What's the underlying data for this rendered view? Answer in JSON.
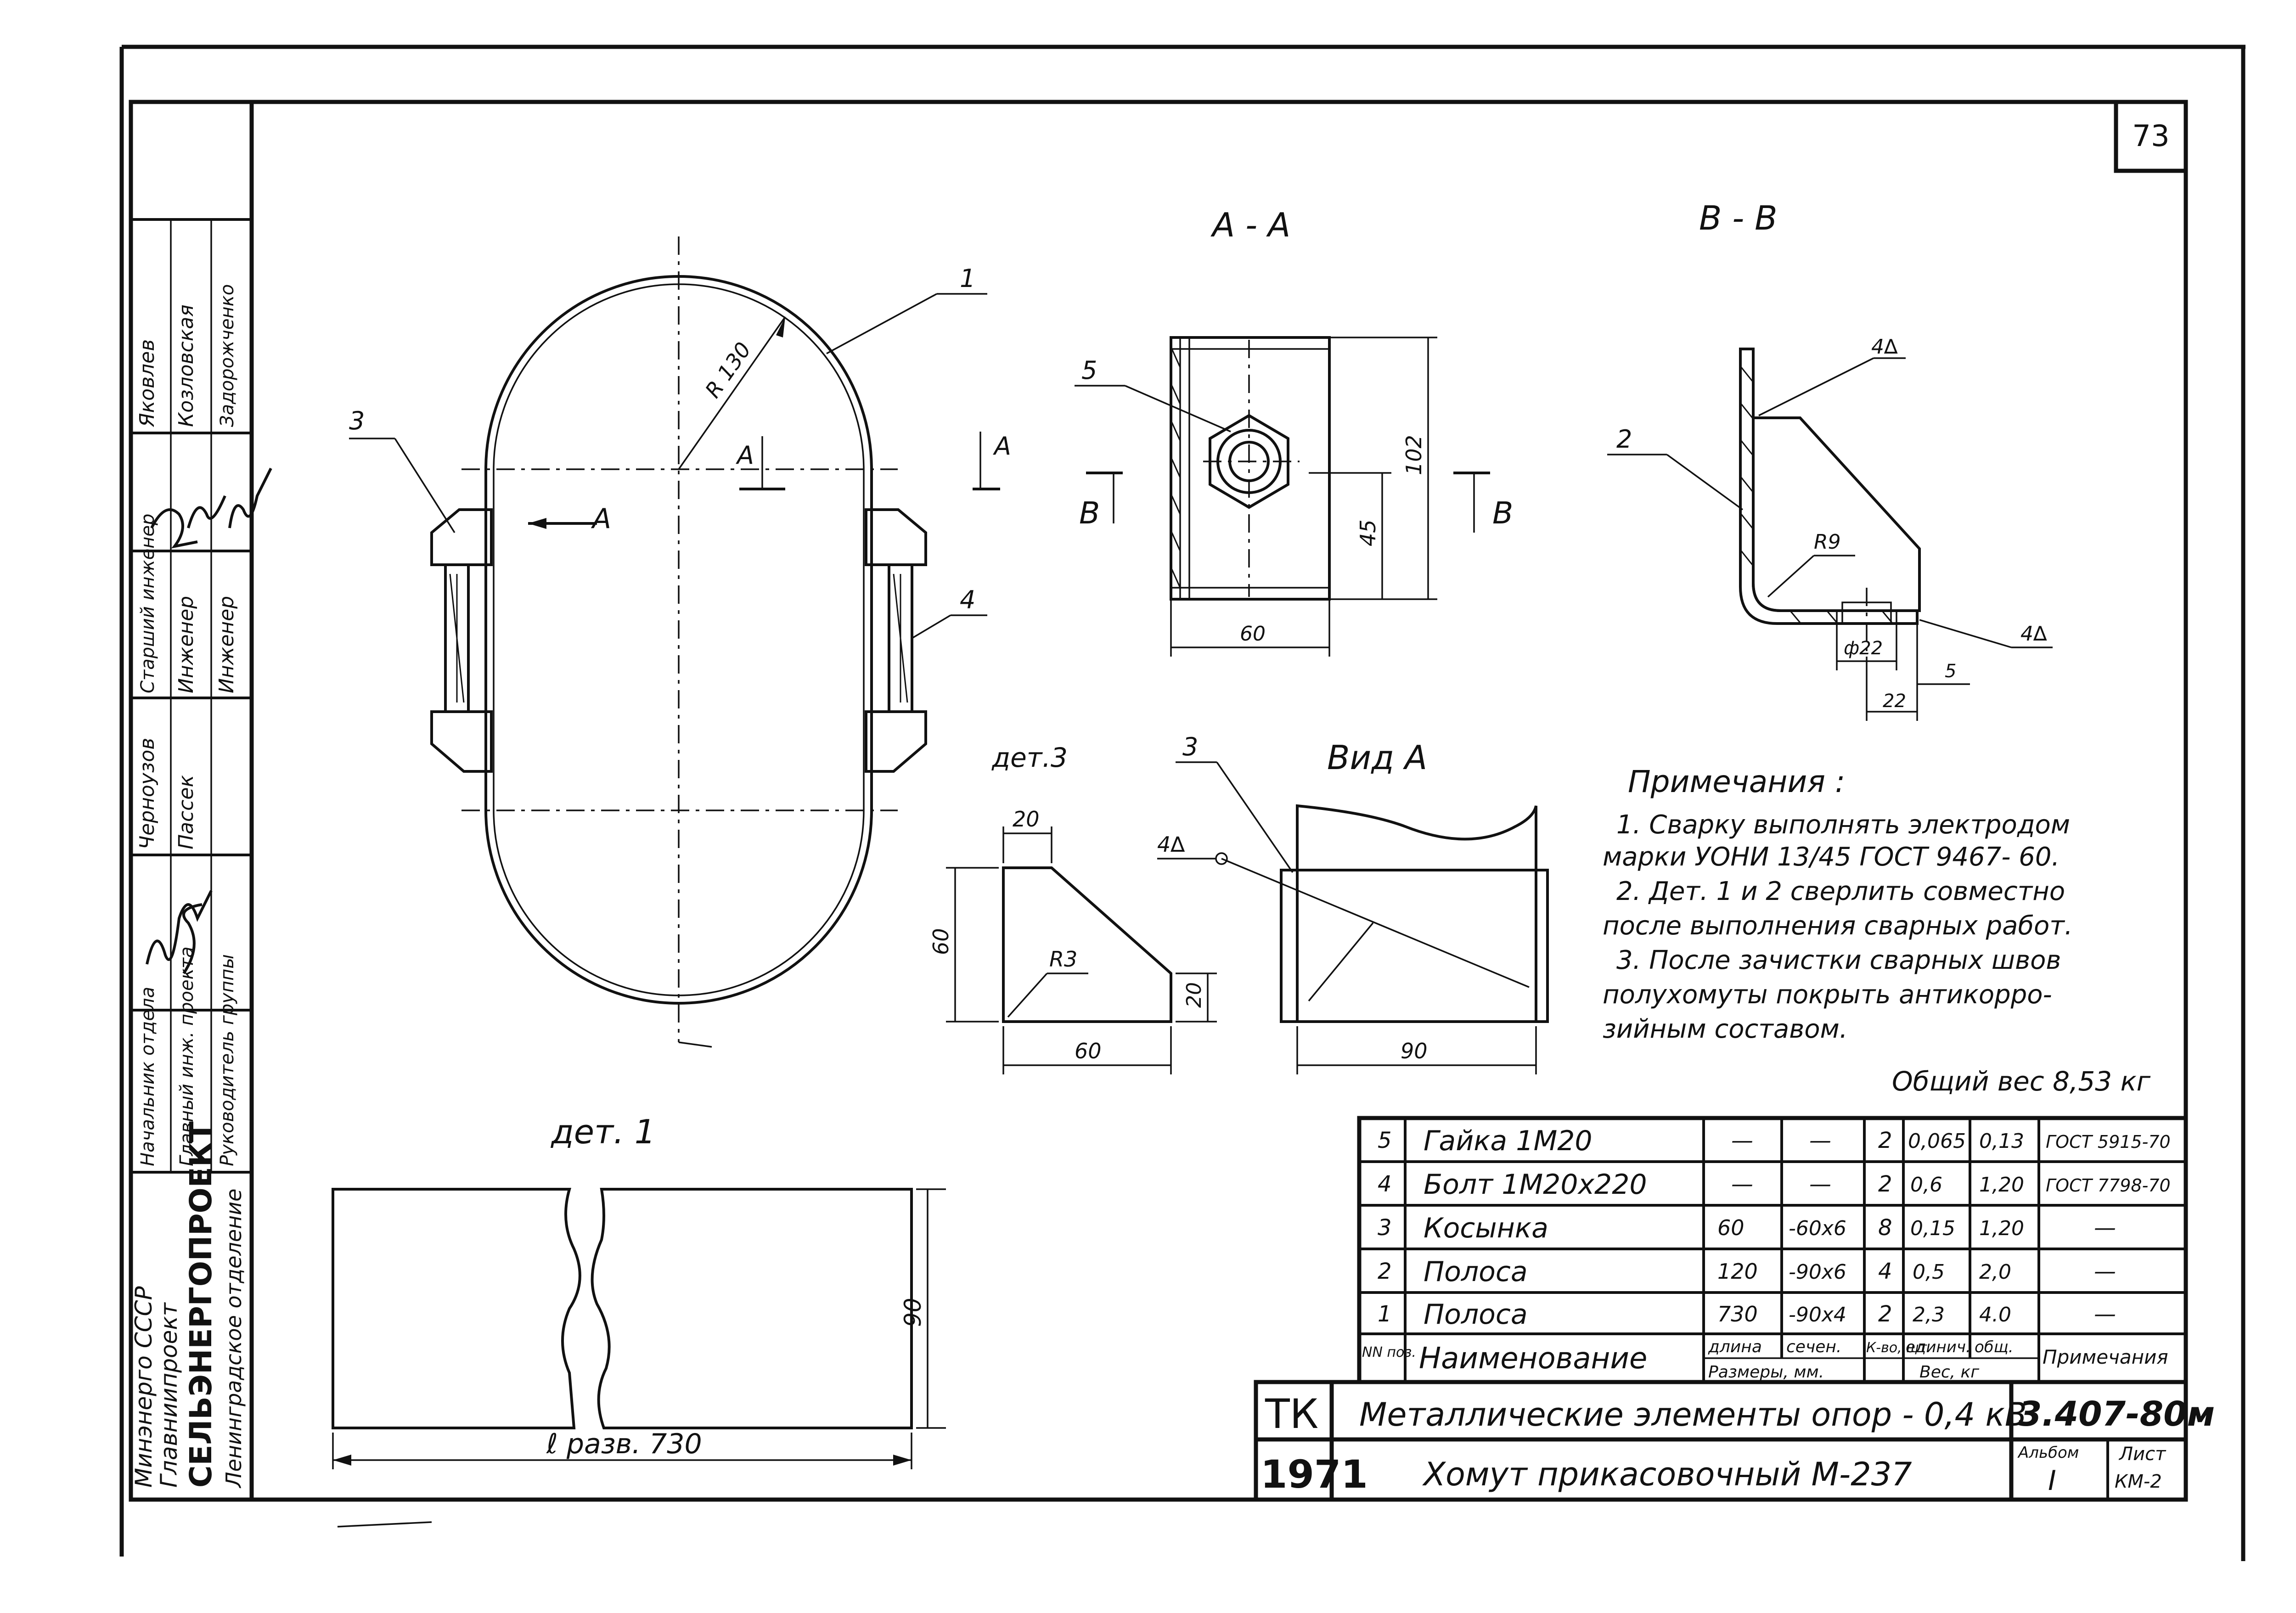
{
  "sheet": {
    "page_number": "73"
  },
  "side_stamp": {
    "org_lines": [
      "Минэнерго СССР",
      "Главниипроект"
    ],
    "org_main": "СЕЛЬЭНЕРГОПРОЕКТ",
    "org_branch": "Ленинградское отделение",
    "roles": [
      {
        "role": "Начальник отдела",
        "person": "Яковлев"
      },
      {
        "role": "Главный инж. проекта",
        "person": "Козловская"
      },
      {
        "role": "Руководитель группы",
        "person": "Задорожченко"
      },
      {
        "role": "Старший инженер",
        "person": "Черноузов"
      },
      {
        "role": "Инженер",
        "person": "Пассек"
      },
      {
        "role": "Инженер",
        "person": ""
      }
    ]
  },
  "views": {
    "section_aa": "А - А",
    "section_bb": "В - В",
    "view_a": "Вид А",
    "det1": "дет. 1",
    "det3": "дет.3"
  },
  "dims": {
    "r130": "R 130",
    "d102": "102",
    "d45": "45",
    "d60_aa": "60",
    "r9": "R9",
    "phi22": "ф22",
    "d22": "22",
    "d5": "5",
    "weld_top": "4∆",
    "weld_bottom": "4∆",
    "weld_vid": "4∆",
    "d20_top": "20",
    "d60_left": "60",
    "r3": "R3",
    "d20_right": "20",
    "d60_bottom": "60",
    "d90_vid": "90",
    "d90_det1": "90",
    "l_razv": "ℓ разв. 730"
  },
  "labels": {
    "pos1": "1",
    "pos2": "2",
    "pos3_main": "3",
    "pos3_vid": "3",
    "pos4": "4",
    "pos5": "5",
    "cut_a_left": "A",
    "cut_a_mid": "A",
    "cut_a_right": "A",
    "cut_b_left": "B",
    "cut_b_right": "B"
  },
  "notes": {
    "title": "Примечания :",
    "lines": [
      "1. Сварку выполнять электродом",
      "марки УОНИ 13/45 ГОСТ 9467- 60.",
      "2. Дет. 1 и 2 сверлить совместно",
      "после выполнения сварных работ.",
      "3. После зачистки сварных швов",
      "полухомуты покрыть антикорро-",
      "зийным составом."
    ],
    "total_weight": "Общий вес 8,53 кг"
  },
  "bom": {
    "rows": [
      {
        "pos": "5",
        "name": "Гайка 1М20",
        "length": "—",
        "section": "—",
        "qty": "2",
        "unit_w": "0,065",
        "total_w": "0,13",
        "note": "ГОСТ 5915-70"
      },
      {
        "pos": "4",
        "name": "Болт 1М20х220",
        "length": "—",
        "section": "—",
        "qty": "2",
        "unit_w": "0,6",
        "total_w": "1,20",
        "note": "ГОСТ 7798-70"
      },
      {
        "pos": "3",
        "name": "Косынка",
        "length": "60",
        "section": "-60х6",
        "qty": "8",
        "unit_w": "0,15",
        "total_w": "1,20",
        "note": "—"
      },
      {
        "pos": "2",
        "name": "Полоса",
        "length": "120",
        "section": "-90х6",
        "qty": "4",
        "unit_w": "0,5",
        "total_w": "2,0",
        "note": "—"
      },
      {
        "pos": "1",
        "name": "Полоса",
        "length": "730",
        "section": "-90х4",
        "qty": "2",
        "unit_w": "2,3",
        "total_w": "4.0",
        "note": "—"
      }
    ],
    "header": {
      "pos": "NN поз.",
      "name": "Наименование",
      "length": "длина",
      "section": "сечен.",
      "sizes": "Размеры, мм.",
      "qty": "К-во, шт",
      "unit": "единич.",
      "total": "общ.",
      "weight": "Вес, кг",
      "note": "Примечания"
    }
  },
  "title_block": {
    "code": "ТК",
    "year": "1971",
    "title1": "Металлические элементы опор - 0,4 кВ",
    "title2": "Хомут прикасовочный   М-237",
    "doc_no": "3.407-80м",
    "album_label": "Альбом",
    "album_value": "I",
    "sheet_label": "Лист",
    "sheet_value": "КМ-2"
  }
}
